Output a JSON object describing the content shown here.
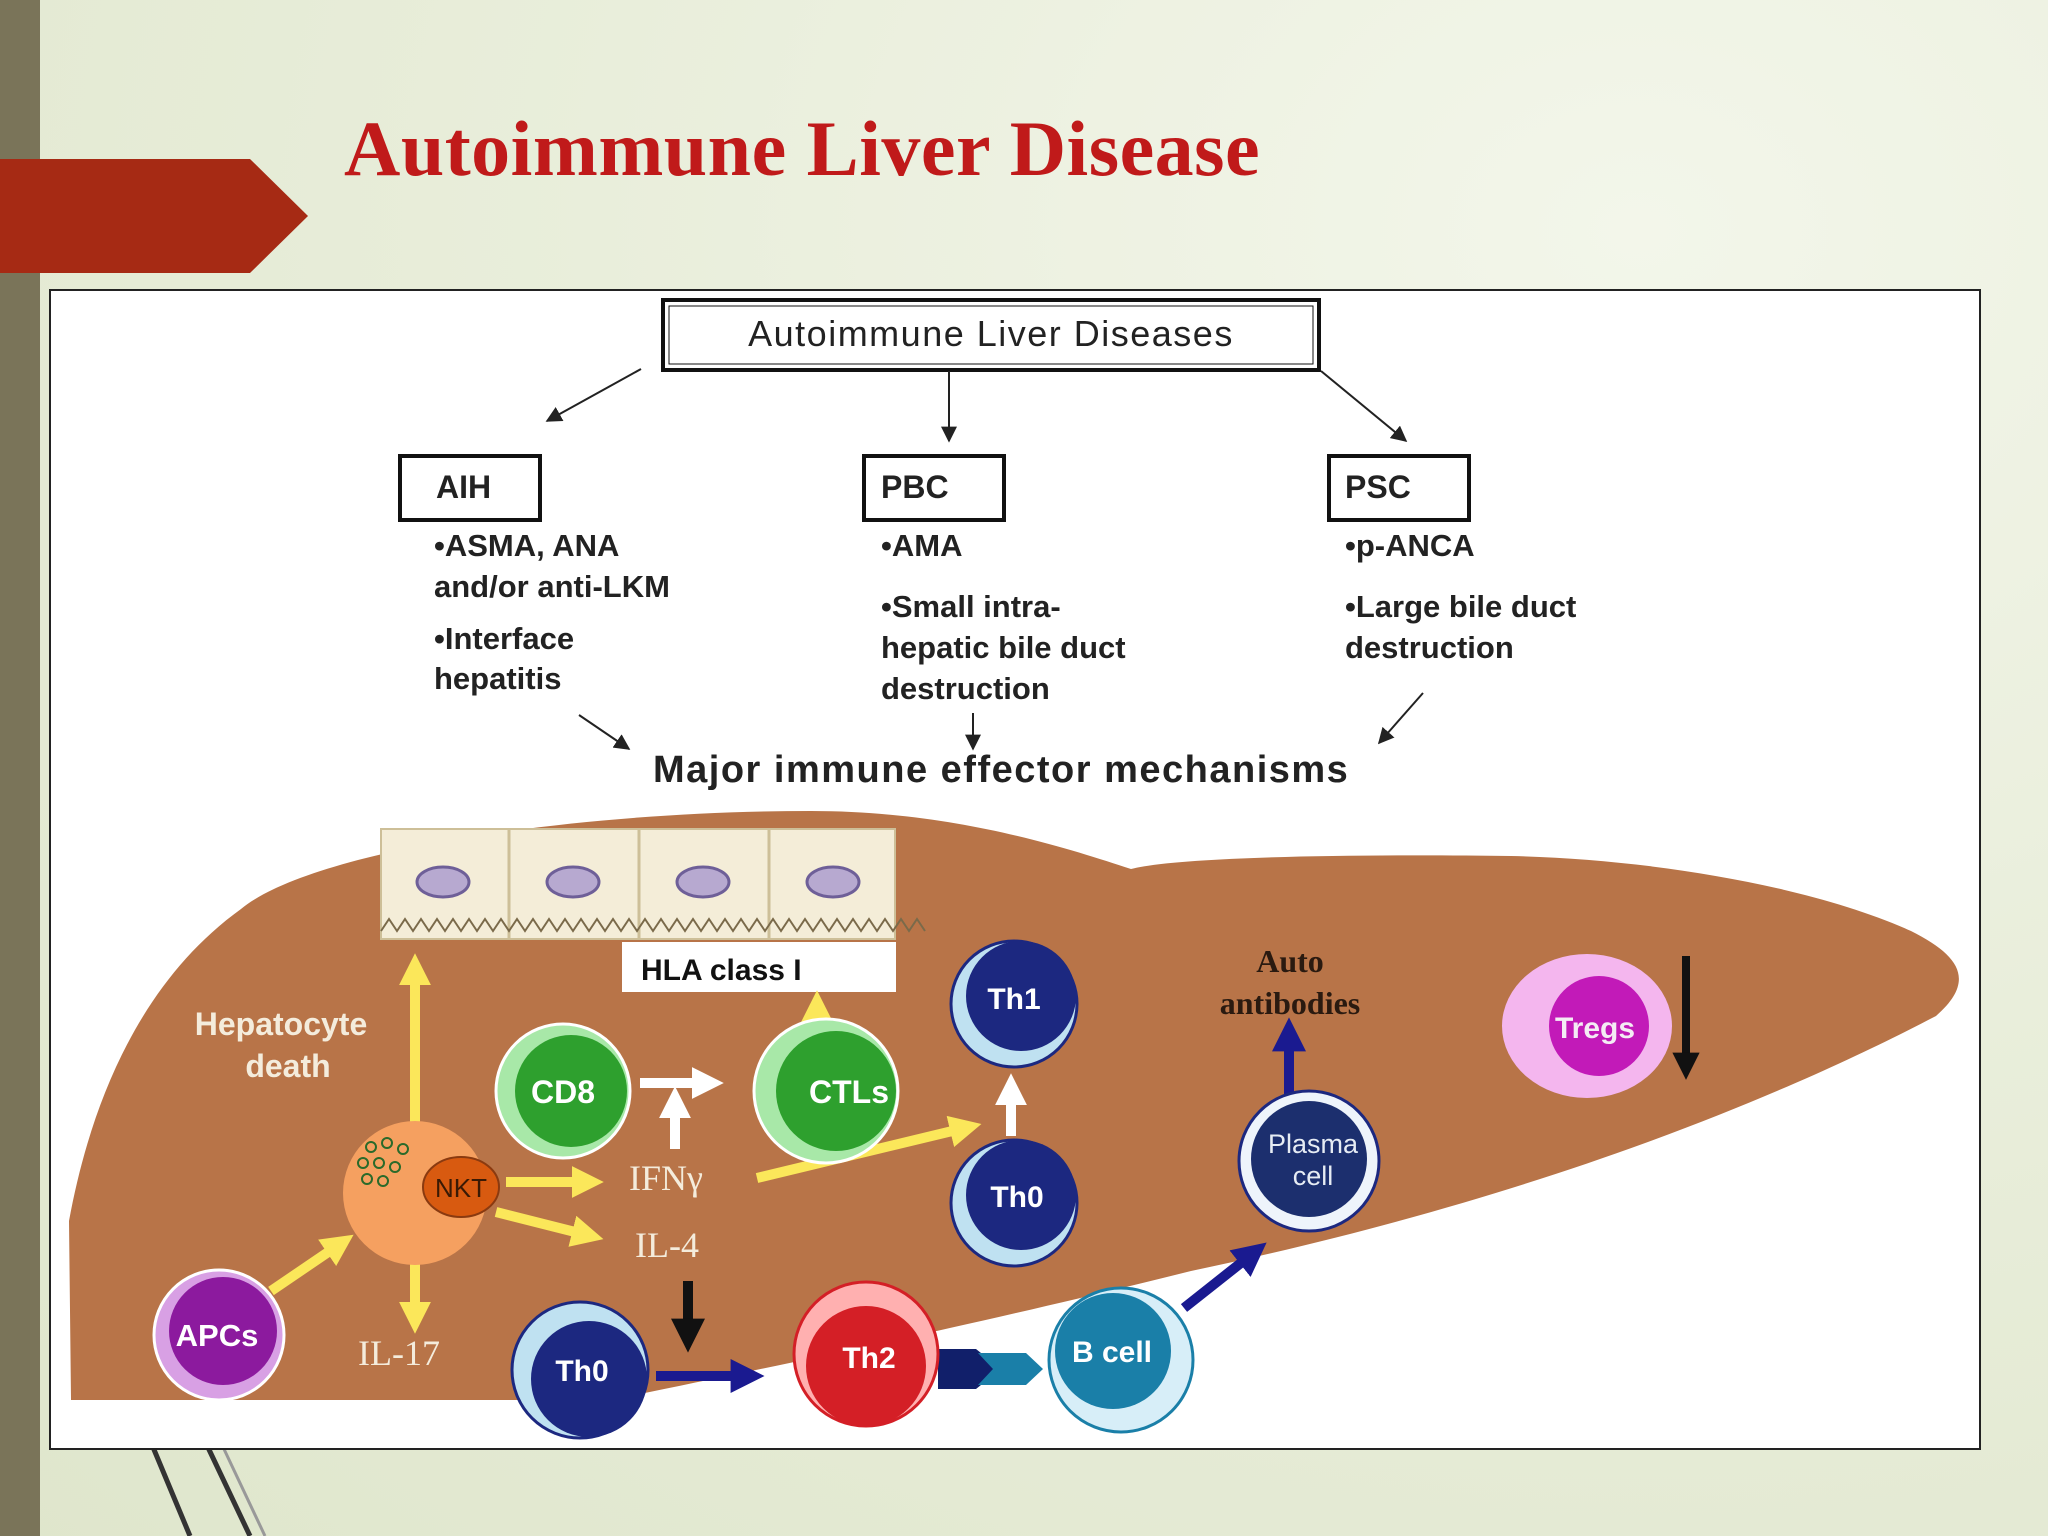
{
  "slide": {
    "title": "Autoimmune Liver Disease"
  },
  "diagram": {
    "top_box": "Autoimmune Liver Diseases",
    "diseases": [
      {
        "name": "AIH",
        "lines": [
          "•ASMA, ANA",
          "and/or anti-LKM",
          "•Interface",
          "hepatitis"
        ]
      },
      {
        "name": "PBC",
        "lines": [
          "•AMA",
          "•Small intra-",
          "hepatic bile duct",
          "destruction"
        ]
      },
      {
        "name": "PSC",
        "lines": [
          "•p-ANCA",
          "•Large bile duct",
          "destruction"
        ]
      }
    ],
    "mechanisms_heading": "Major immune effector mechanisms",
    "hla_label": "HLA class I",
    "hepatocyte_death": [
      "Hepatocyte",
      "death"
    ],
    "cells": {
      "cd8": "CD8",
      "ctls": "CTLs",
      "th1": "Th1",
      "th0_upper": "Th0",
      "th0_lower": "Th0",
      "th2": "Th2",
      "b_cell": "B cell",
      "plasma_cell": [
        "Plasma",
        "cell"
      ],
      "nkt": "NKT",
      "apcs": "APCs",
      "tregs": "Tregs"
    },
    "cytokines": {
      "ifn": "IFNγ",
      "il4": "IL-4",
      "il17": "IL-17"
    },
    "auto_antibodies": [
      "Auto",
      "antibodies"
    ],
    "colors": {
      "title_red": "#c01a1a",
      "liver": "#b87448",
      "arrow_yellow": "#fbe75a",
      "arrow_blue": "#1a1a90",
      "cd8_green": "#2ea02e",
      "th_navy": "#1c2880",
      "th2_red": "#d41f26",
      "bcell_teal": "#1a7fa8",
      "tregs_magenta": "#c21ab8",
      "apc_purple": "#8c1a9e",
      "nkt_orange": "#f5a060"
    }
  }
}
